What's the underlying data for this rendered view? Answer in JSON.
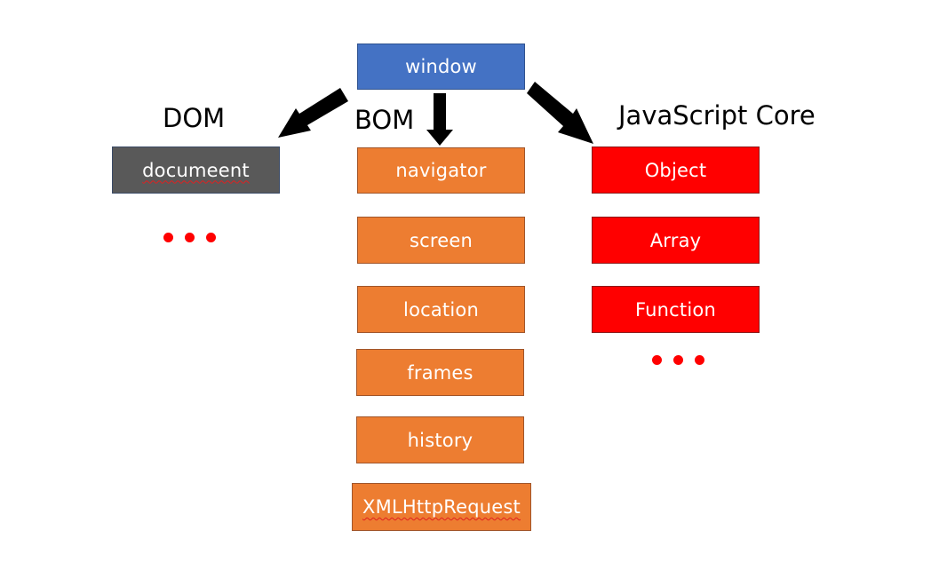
{
  "root": {
    "label": "window",
    "color": "#4472c4"
  },
  "headings": {
    "dom": "DOM",
    "bom": "BOM",
    "js_core": "JavaScript Core"
  },
  "dom": {
    "items": [
      "documeent"
    ],
    "more": "•••",
    "color": "#595959"
  },
  "bom": {
    "items": [
      "navigator",
      "screen",
      "location",
      "frames",
      "history",
      "XMLHttpRequest"
    ],
    "color": "#ed7d31"
  },
  "js_core": {
    "items": [
      "Object",
      "Array",
      "Function"
    ],
    "more": "•••",
    "color": "#ff0000"
  },
  "arrows": {
    "color": "#000000",
    "targets": [
      "DOM",
      "BOM",
      "JavaScript Core"
    ]
  }
}
